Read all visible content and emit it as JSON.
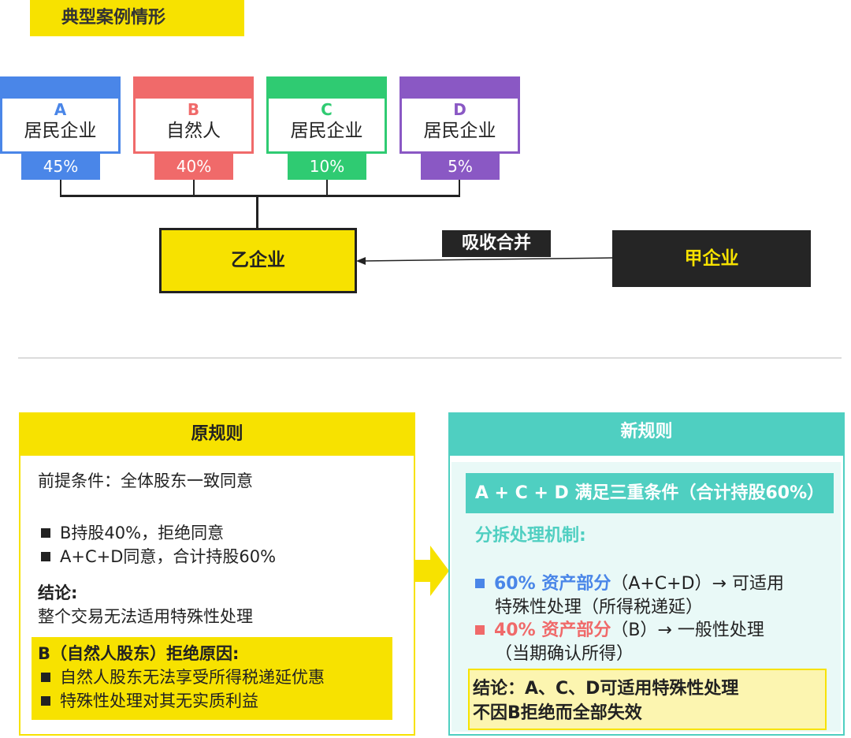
{
  "title": "典型案例情形",
  "shareholders": [
    {
      "letter": "A",
      "kind": "居民企业",
      "pct": "45%",
      "color": "#4a86e8"
    },
    {
      "letter": "B",
      "kind": "自然人",
      "pct": "40%",
      "color": "#f06a6a"
    },
    {
      "letter": "C",
      "kind": "居民企业",
      "pct": "10%",
      "color": "#2fcb72"
    },
    {
      "letter": "D",
      "kind": "居民企业",
      "pct": "5%",
      "color": "#8a58c4"
    }
  ],
  "target": "乙企业",
  "acquirer": "甲企业",
  "merge_label": "吸收合并",
  "old_rule": {
    "heading": "原规则",
    "premise": "前提条件：全体股东一致同意",
    "bullets": [
      "B持股40%，拒绝同意",
      "A+C+D同意，合计持股60%"
    ],
    "conclusion_label": "结论:",
    "conclusion": "整个交易无法适用特殊性处理",
    "reason_title": "B（自然人股东）拒绝原因:",
    "reasons": [
      "自然人股东无法享受所得税递延优惠",
      "特殊性处理对其无实质利益"
    ]
  },
  "new_rule": {
    "heading": "新规则",
    "condition": "A + C + D 满足三重条件（合计持股60%）",
    "mechanism": "分拆处理机制:",
    "item1_bold": "60% 资产部分",
    "item1_rest": "（A+C+D）→ 可适用",
    "item1_line2": "特殊性处理（所得税递延）",
    "item2_bold": "40% 资产部分",
    "item2_rest": "（B）→ 一般性处理",
    "item2_line2": "（当期确认所得）",
    "conclusion_line1": "结论：A、C、D可适用特殊性处理",
    "conclusion_line2": "不因B拒绝而全部失效"
  },
  "colors": {
    "yellow": "#f7e200",
    "teal": "#4fcfc1",
    "dark": "#252525",
    "blue": "#4a86e8",
    "red": "#f06a6a"
  }
}
